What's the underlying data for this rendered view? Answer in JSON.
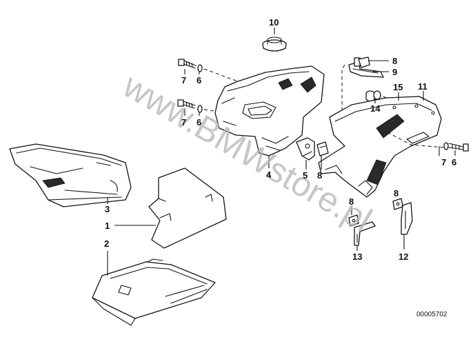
{
  "diagram": {
    "callouts": [
      "10",
      "8",
      "9",
      "7",
      "6",
      "15",
      "11",
      "14",
      "7",
      "6",
      "4",
      "5",
      "8",
      "7",
      "6",
      "3",
      "1",
      "2",
      "8",
      "8",
      "13",
      "12"
    ],
    "watermark": "www.BMWstore.pl",
    "reference_code": "00005702"
  }
}
